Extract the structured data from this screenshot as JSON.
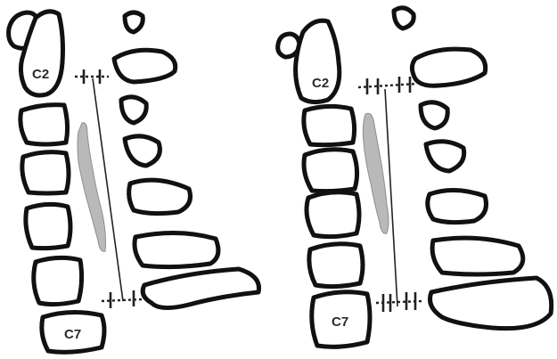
{
  "panels": [
    {
      "id": "left",
      "labels": {
        "upper": "C2",
        "lower": "C7"
      }
    },
    {
      "id": "right",
      "labels": {
        "upper": "C2",
        "lower": "C7"
      }
    }
  ],
  "colors": {
    "bone_outline": "#111111",
    "background": "#ffffff",
    "ossification": "#b9b9b9"
  },
  "icons": [
    "vertebral-body-outline",
    "spinous-process-outline",
    "ossified-ligament-shape",
    "measurement-line"
  ]
}
